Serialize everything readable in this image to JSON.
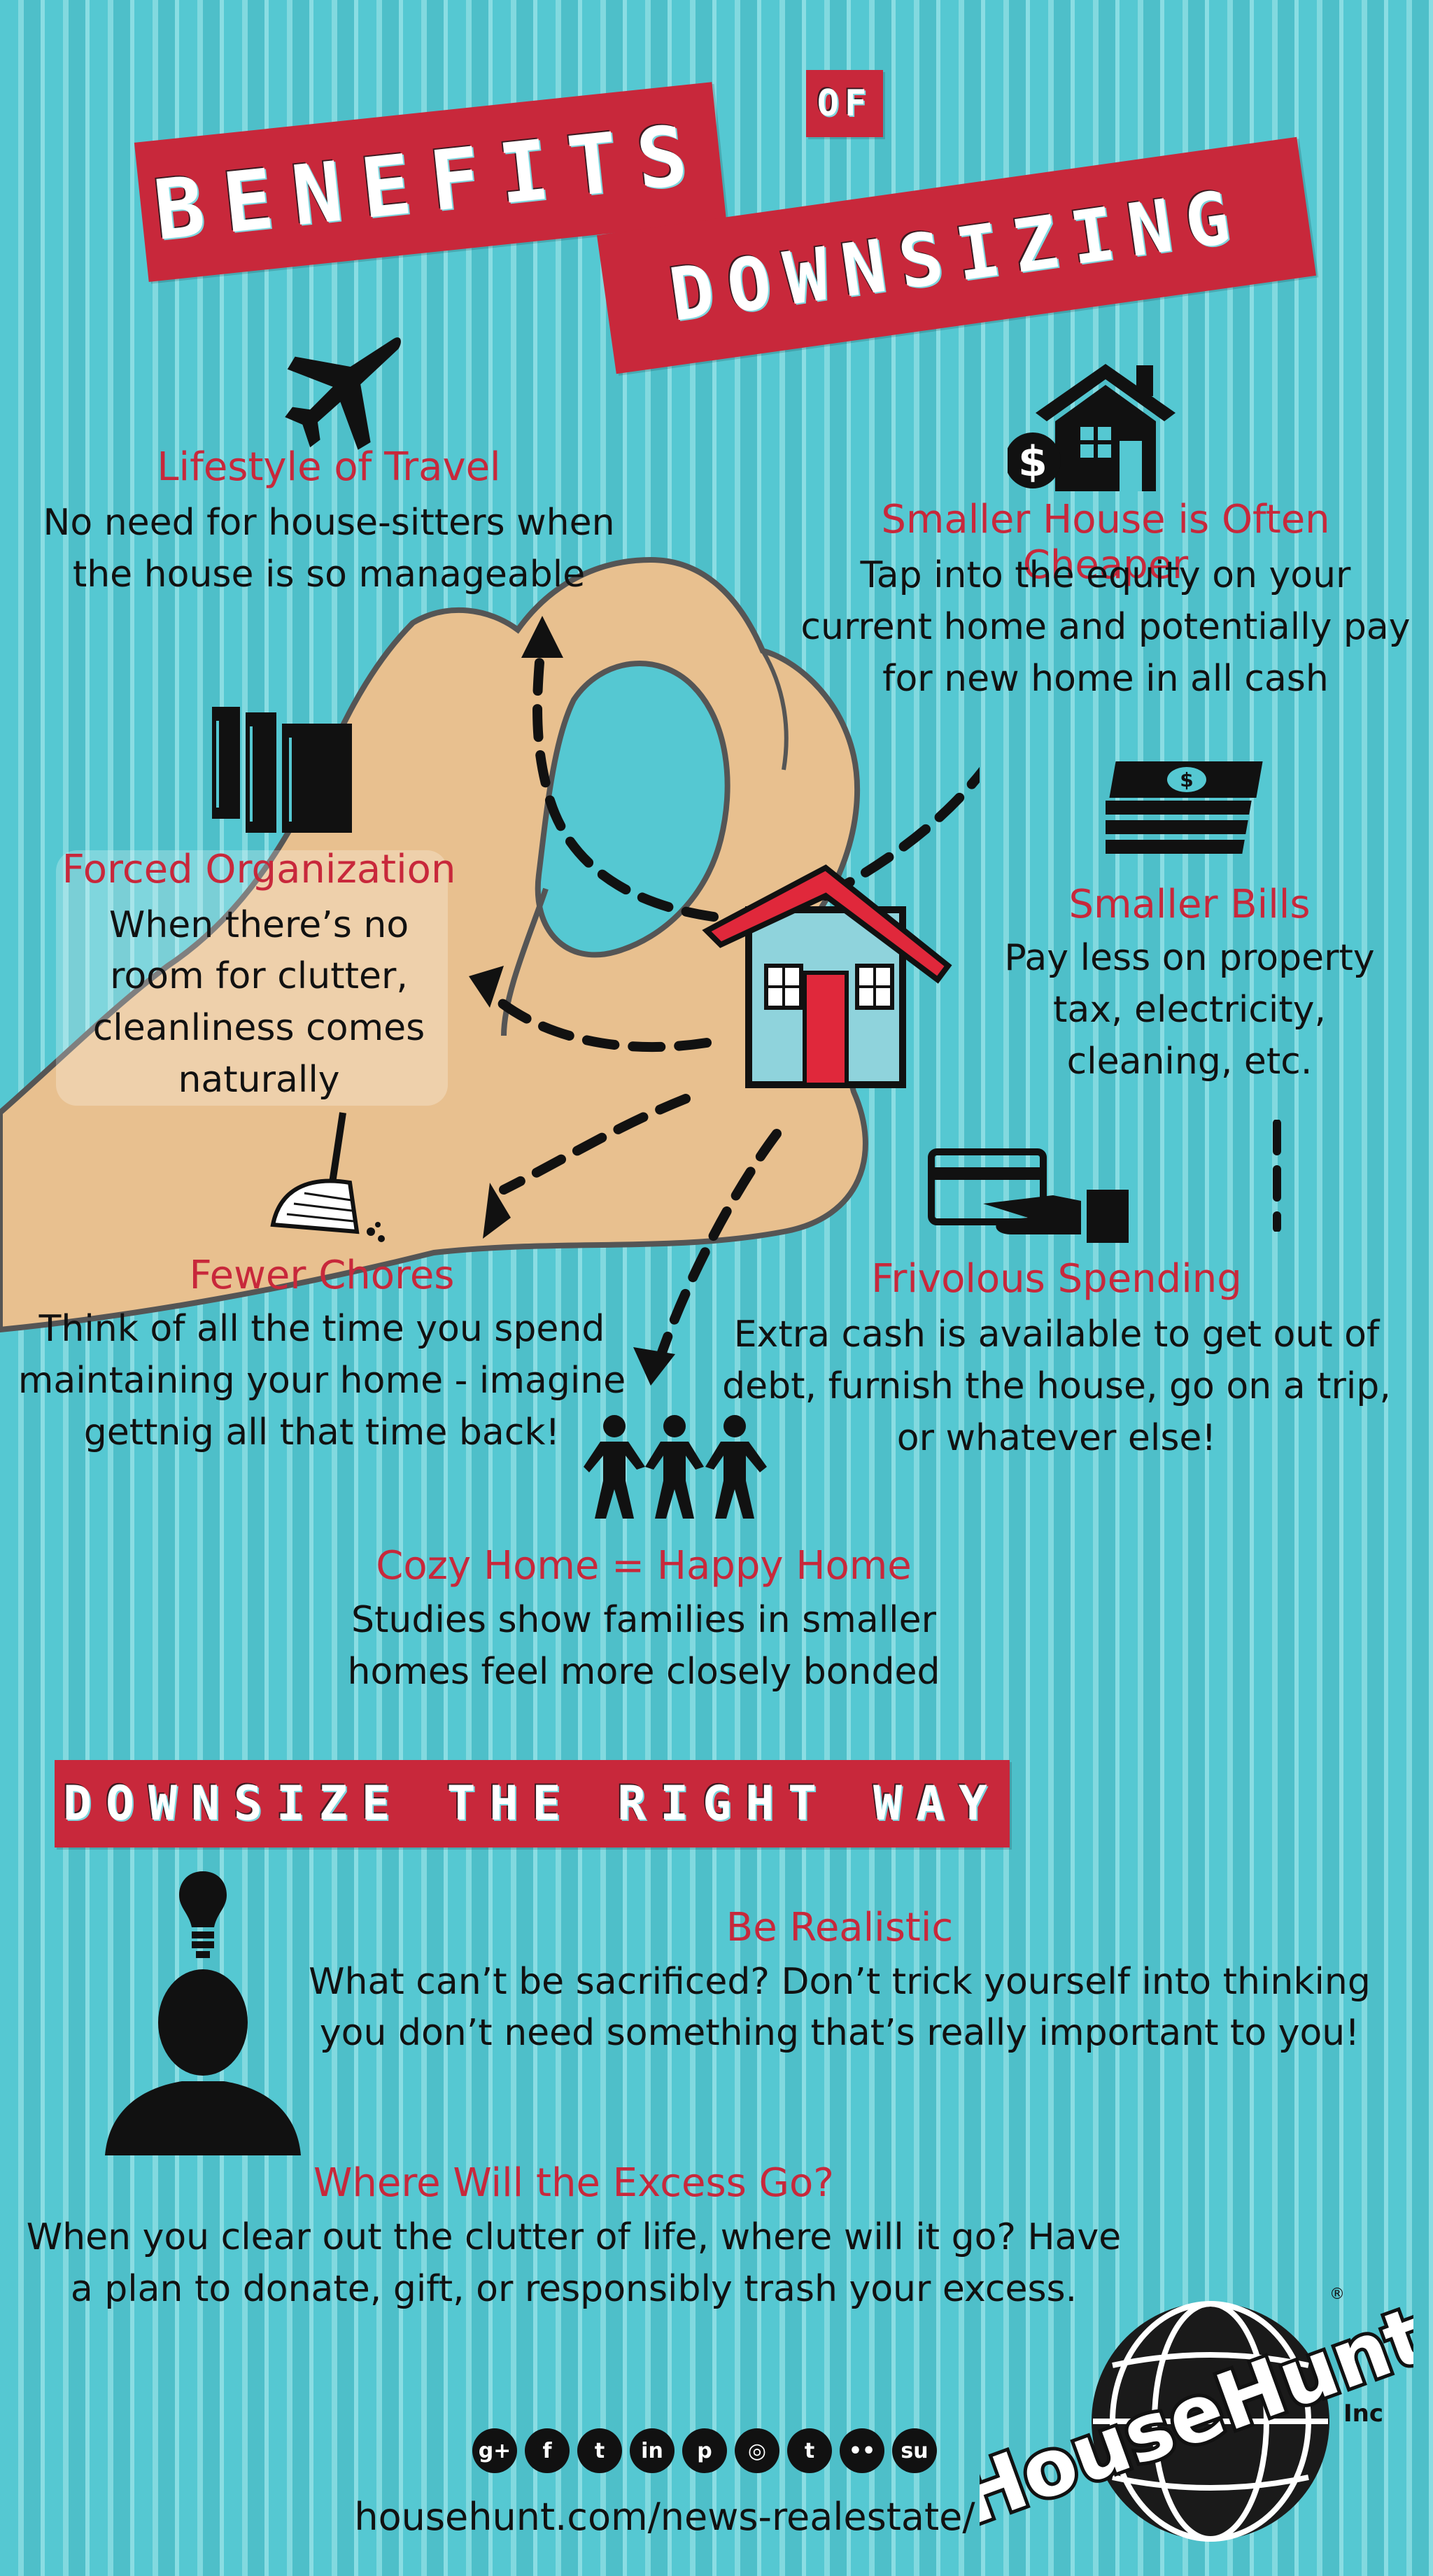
{
  "header": {
    "title_word1": "BENEFITS",
    "title_of": "OF",
    "title_word2": "DOWNSIZING"
  },
  "benefits": {
    "travel": {
      "heading": "Lifestyle of Travel",
      "line1": "No need for house-sitters when",
      "line2": "the house is so manageable"
    },
    "cheaper": {
      "heading": "Smaller House is Often Cheaper",
      "line1": "Tap into the equity on your",
      "line2": "current home and potentially pay",
      "line3": "for new home in all cash"
    },
    "organization": {
      "heading": "Forced Organization",
      "line1": "When there’s no",
      "line2": "room for clutter,",
      "line3": "cleanliness comes",
      "line4": "naturally"
    },
    "bills": {
      "heading": "Smaller Bills",
      "line1": "Pay less on property",
      "line2": "tax, electricity,",
      "line3": "cleaning, etc."
    },
    "chores": {
      "heading": "Fewer Chores",
      "line1": "Think of all the time you spend",
      "line2": "maintaining your home - imagine",
      "line3": "gettnig all that time back!"
    },
    "spending": {
      "heading": "Frivolous Spending",
      "line1": "Extra cash is available to get out of",
      "line2": "debt, furnish the house, go on a trip,",
      "line3": "or whatever else!"
    },
    "cozy": {
      "heading": "Cozy Home = Happy Home",
      "line1": "Studies show families in smaller",
      "line2": "homes feel more closely bonded"
    }
  },
  "right_way": {
    "banner": "DOWNSIZE THE RIGHT WAY",
    "realistic": {
      "heading": "Be Realistic",
      "line1": "What can’t be sacrificed? Don’t trick yourself into thinking",
      "line2": "you don’t need something that’s really important to you!"
    },
    "excess": {
      "heading": "Where Will the Excess Go?",
      "line1": "When you clear out the clutter of life, where will it go? Have",
      "line2": "a plan to donate, gift, or responsibly trash your excess."
    }
  },
  "footer": {
    "url": "househunt.com/news-realestate/",
    "logo_text": "HouseHunt",
    "logo_suffix": "Inc",
    "logo_registered": "®",
    "social_icons": [
      "google-plus-icon",
      "facebook-icon",
      "twitter-icon",
      "linkedin-icon",
      "pinterest-icon",
      "instagram-icon",
      "tumblr-icon",
      "flickr-icon",
      "stumbleupon-icon"
    ]
  },
  "colors": {
    "accent_red": "#c8283b",
    "background_teal": "#55c8d2",
    "hand_skin": "#e8c08f",
    "house_blue": "#8fd3dc"
  }
}
